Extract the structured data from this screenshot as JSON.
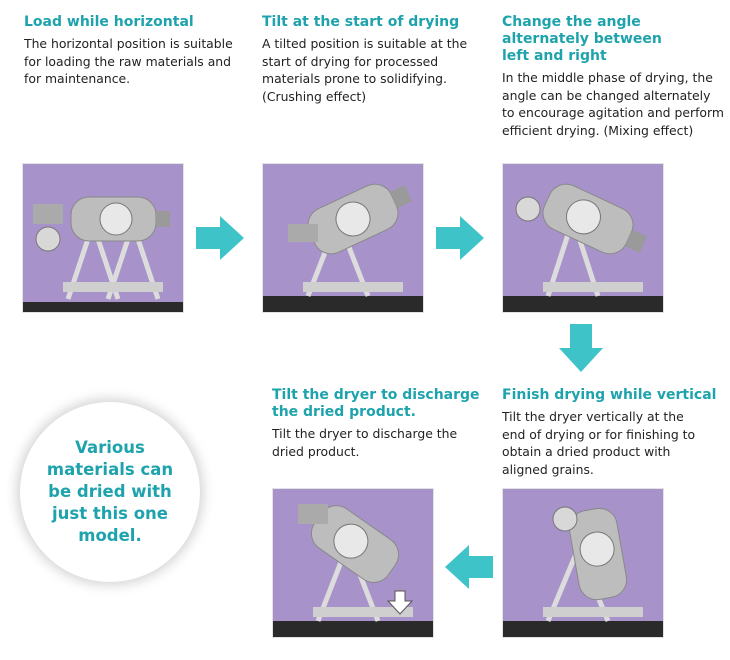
{
  "steps": [
    {
      "title": "Load while horizontal",
      "desc": "The horizontal position is suitable for loading the raw materials and for maintenance."
    },
    {
      "title": "Tilt at the start of drying",
      "desc": "A tilted position is suitable at the start of drying for processed materials prone to solidifying.  (Crushing effect)"
    },
    {
      "title": "Change the angle alternately between left and right",
      "desc": "In the middle phase of drying, the angle can be changed alternately to encourage agitation and perform efficient drying. (Mixing effect)"
    },
    {
      "title": "Finish drying while vertical",
      "desc": "Tilt the dryer vertically at the end of drying or for finishing to obtain a dried product with aligned grains."
    },
    {
      "title": "Tilt the dryer to discharge the dried product.",
      "desc": "Tilt the dryer to discharge the dried product."
    }
  ],
  "callout": {
    "text": "Various materials can be dried with just this one model."
  },
  "colors": {
    "accent": "#1ea3ad",
    "photo_bg": "#a793ca",
    "arrow": "#3ec3c8"
  }
}
